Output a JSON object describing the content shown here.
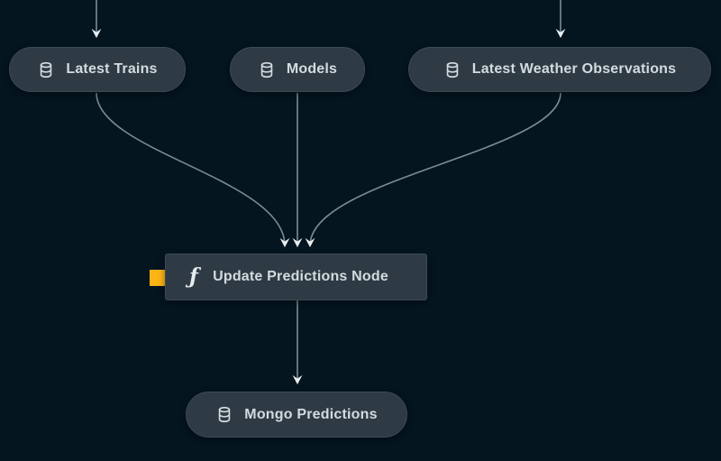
{
  "diagram": {
    "type": "dag",
    "nodes": [
      {
        "id": "latest-trains",
        "label": "Latest Trains",
        "kind": "asset",
        "icon": "database-icon"
      },
      {
        "id": "models",
        "label": "Models",
        "kind": "asset",
        "icon": "database-icon"
      },
      {
        "id": "latest-weather-observations",
        "label": "Latest Weather Observations",
        "kind": "asset",
        "icon": "database-icon"
      },
      {
        "id": "update-predictions-node",
        "label": "Update Predictions Node",
        "kind": "op",
        "icon": "function-icon",
        "status_indicator_color": "#fdb515"
      },
      {
        "id": "mongo-predictions",
        "label": "Mongo Predictions",
        "kind": "asset",
        "icon": "database-icon"
      }
    ],
    "edges": [
      {
        "from": "offscreen-top-left",
        "to": "latest-trains"
      },
      {
        "from": "offscreen-top-right",
        "to": "latest-weather-observations"
      },
      {
        "from": "latest-trains",
        "to": "update-predictions-node"
      },
      {
        "from": "models",
        "to": "update-predictions-node"
      },
      {
        "from": "latest-weather-observations",
        "to": "update-predictions-node"
      },
      {
        "from": "update-predictions-node",
        "to": "mongo-predictions"
      }
    ],
    "icons": {
      "function_glyph": "ƒ"
    },
    "colors": {
      "background": "#041520",
      "node_fill": "#2e3b44",
      "node_border": "#3c4a54",
      "label": "#d3dbe0",
      "edge": "#7e8a93",
      "arrowhead": "#e8edf0",
      "status_yellow": "#fdb515"
    }
  }
}
